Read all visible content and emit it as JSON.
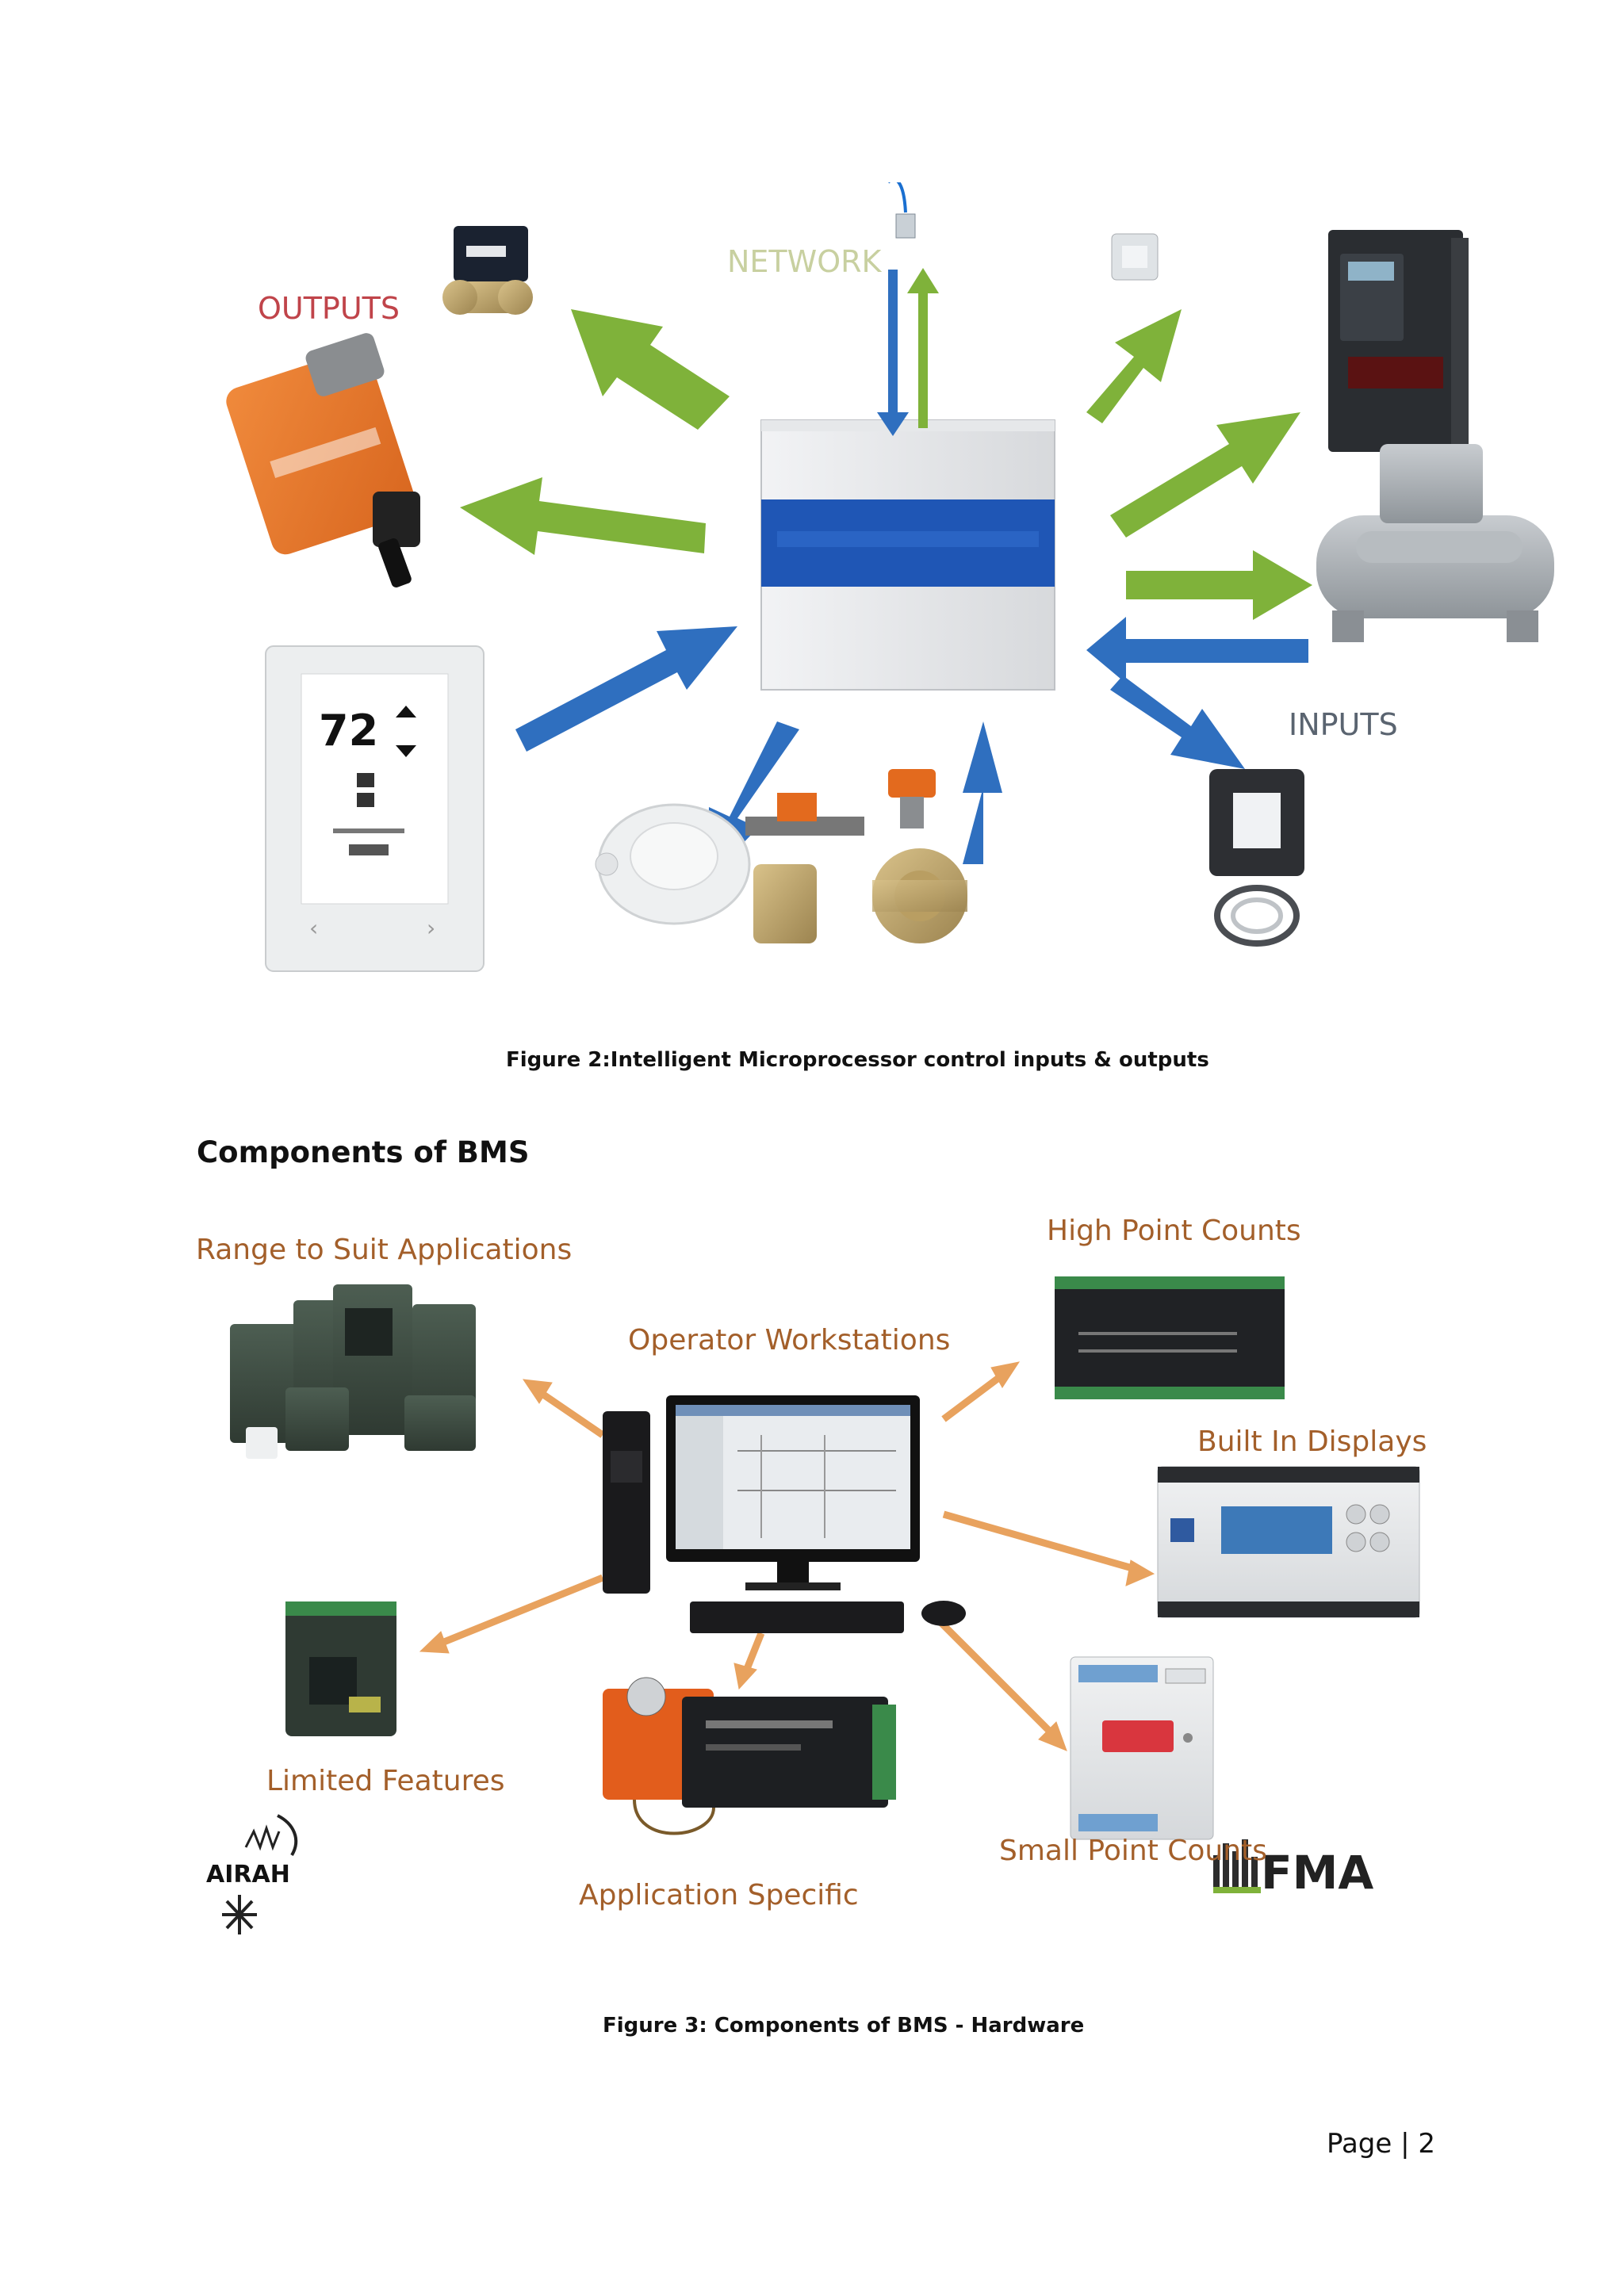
{
  "figure2": {
    "labels": {
      "outputs": "OUTPUTS",
      "network": "NETWORK",
      "inputs": "INPUTS"
    },
    "thermostat": {
      "temperature": "72"
    },
    "caption": "Figure 2:Intelligent Microprocessor control inputs & outputs"
  },
  "section_heading": "Components of BMS",
  "figure3": {
    "labels": {
      "range": "Range to Suit Applications",
      "operator": "Operator Workstations",
      "high_point": "High Point Counts",
      "built_in": "Built In Displays",
      "limited": "Limited Features",
      "application": "Application Specific",
      "small_point": "Small Point Counts"
    },
    "logos": {
      "airah": "AIRAH",
      "fma": "FMA"
    },
    "caption": "Figure 3: Components of BMS - Hardware"
  },
  "footer": {
    "page": "Page | 2"
  },
  "colors": {
    "green_arrow": "#7fb23a",
    "blue_arrow": "#2f6fbf",
    "orange_arrow": "#e8a25e",
    "outputs_text": "#c0444a",
    "network_text": "#c8d0a0",
    "inputs_text": "#5a6470",
    "label_text": "#a35f2a"
  }
}
